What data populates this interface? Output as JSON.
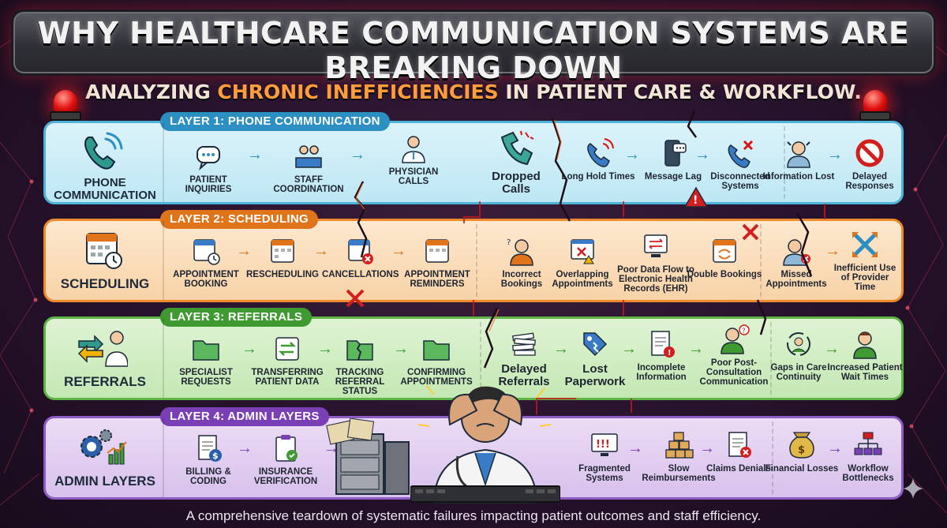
{
  "title": "WHY HEALTHCARE COMMUNICATION SYSTEMS ARE BREAKING DOWN",
  "subtitle_before": "ANALYZING ",
  "subtitle_highlight": "CHRONIC INEFFICIENCIES",
  "subtitle_after": " IN PATIENT CARE & WORKFLOW.",
  "layers": [
    {
      "tag": "LAYER 1: PHONE COMMUNICATION",
      "head_line1": "PHONE",
      "head_line2": "COMMUNICATION",
      "nodes": [
        "PATIENT INQUIRIES",
        "STAFF COORDINATION",
        "PHYSICIAN CALLS",
        "Dropped Calls",
        "Long Hold Times",
        "Message Lag",
        "Disconnected Systems",
        "Information Lost",
        "Delayed Responses"
      ]
    },
    {
      "tag": "LAYER 2: SCHEDULING",
      "head_line1": "SCHEDULING",
      "nodes": [
        "APPOINTMENT BOOKING",
        "RESCHEDULING",
        "CANCELLATIONS",
        "APPOINTMENT REMINDERS",
        "Incorrect Bookings",
        "Overlapping Appointments",
        "Poor Data Flow to Electronic Health Records (EHR)",
        "Double Bookings",
        "Missed Appointments",
        "Inefficient Use of Provider Time"
      ]
    },
    {
      "tag": "LAYER 3: REFERRALS",
      "head_line1": "REFERRALS",
      "nodes": [
        "SPECIALIST REQUESTS",
        "TRANSFERRING PATIENT DATA",
        "TRACKING REFERRAL STATUS",
        "CONFIRMING APPOINTMENTS",
        "Delayed Referrals",
        "Lost Paperwork",
        "Incomplete Information",
        "Poor Post-Consultation Communication",
        "Gaps in Care Continuity",
        "Increased Patient Wait Times"
      ]
    },
    {
      "tag": "LAYER 4: ADMIN LAYERS",
      "head_line1": "ADMIN LAYERS",
      "nodes": [
        "BILLING & CODING",
        "INSURANCE VERIFICATION",
        "Fragmented Systems",
        "Slow Reimbursements",
        "Claims Denials",
        "Financial Losses",
        "Workflow Bottlenecks"
      ]
    }
  ],
  "footer": "A comprehensive teardown of systematic failures impacting patient outcomes and staff efficiency.",
  "colors": {
    "layer1": "#4eb3d8",
    "layer2": "#ec8a2c",
    "layer3": "#5fb446",
    "layer4": "#8f5bc5",
    "alert": "#e01010"
  },
  "icons": [
    "phone-icon",
    "calendar-icon",
    "referral-arrows-icon",
    "gears-chart-icon",
    "siren-icon",
    "stressed-doctor-illustration",
    "file-cabinet-illustration",
    "sparkle-icon"
  ]
}
